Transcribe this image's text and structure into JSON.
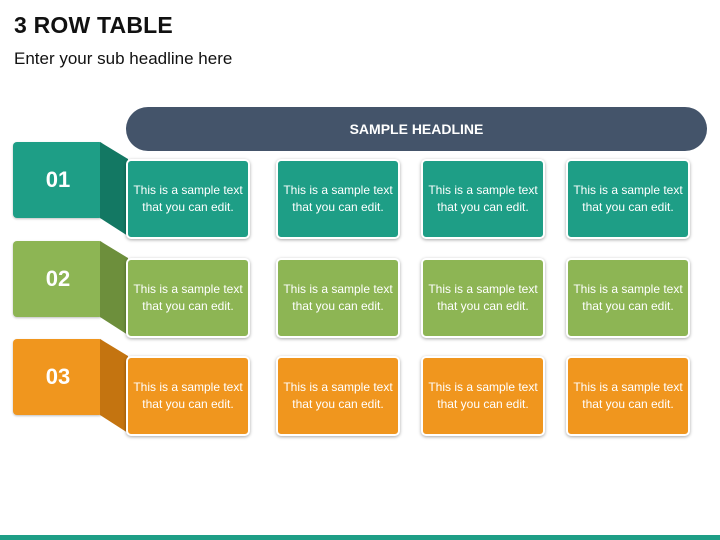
{
  "slide": {
    "title": "3 ROW TABLE",
    "subtitle": "Enter your sub headline here",
    "headline": "SAMPLE HEADLINE"
  },
  "colors": {
    "teal": "#1e9e86",
    "teal_dark": "#137863",
    "green": "#8db554",
    "green_dark": "#6d8f3c",
    "orange": "#f0961e",
    "orange_dark": "#c47410",
    "headline_bg": "#44546a"
  },
  "rows": [
    {
      "number": "01",
      "cells": [
        "This is a sample text that you can edit.",
        "This is a sample text that you can edit.",
        "This is a sample text that you can edit.",
        "This is a sample text that you can edit."
      ]
    },
    {
      "number": "02",
      "cells": [
        "This is a sample text that you can edit.",
        "This is a sample text that you can edit.",
        "This is a sample text that you can edit.",
        "This is a sample text that you can edit."
      ]
    },
    {
      "number": "03",
      "cells": [
        "This is a sample text that you can edit.",
        "This is a sample text that you can edit.",
        "This is a sample text that you can edit.",
        "This is a sample text that you can edit."
      ]
    }
  ]
}
